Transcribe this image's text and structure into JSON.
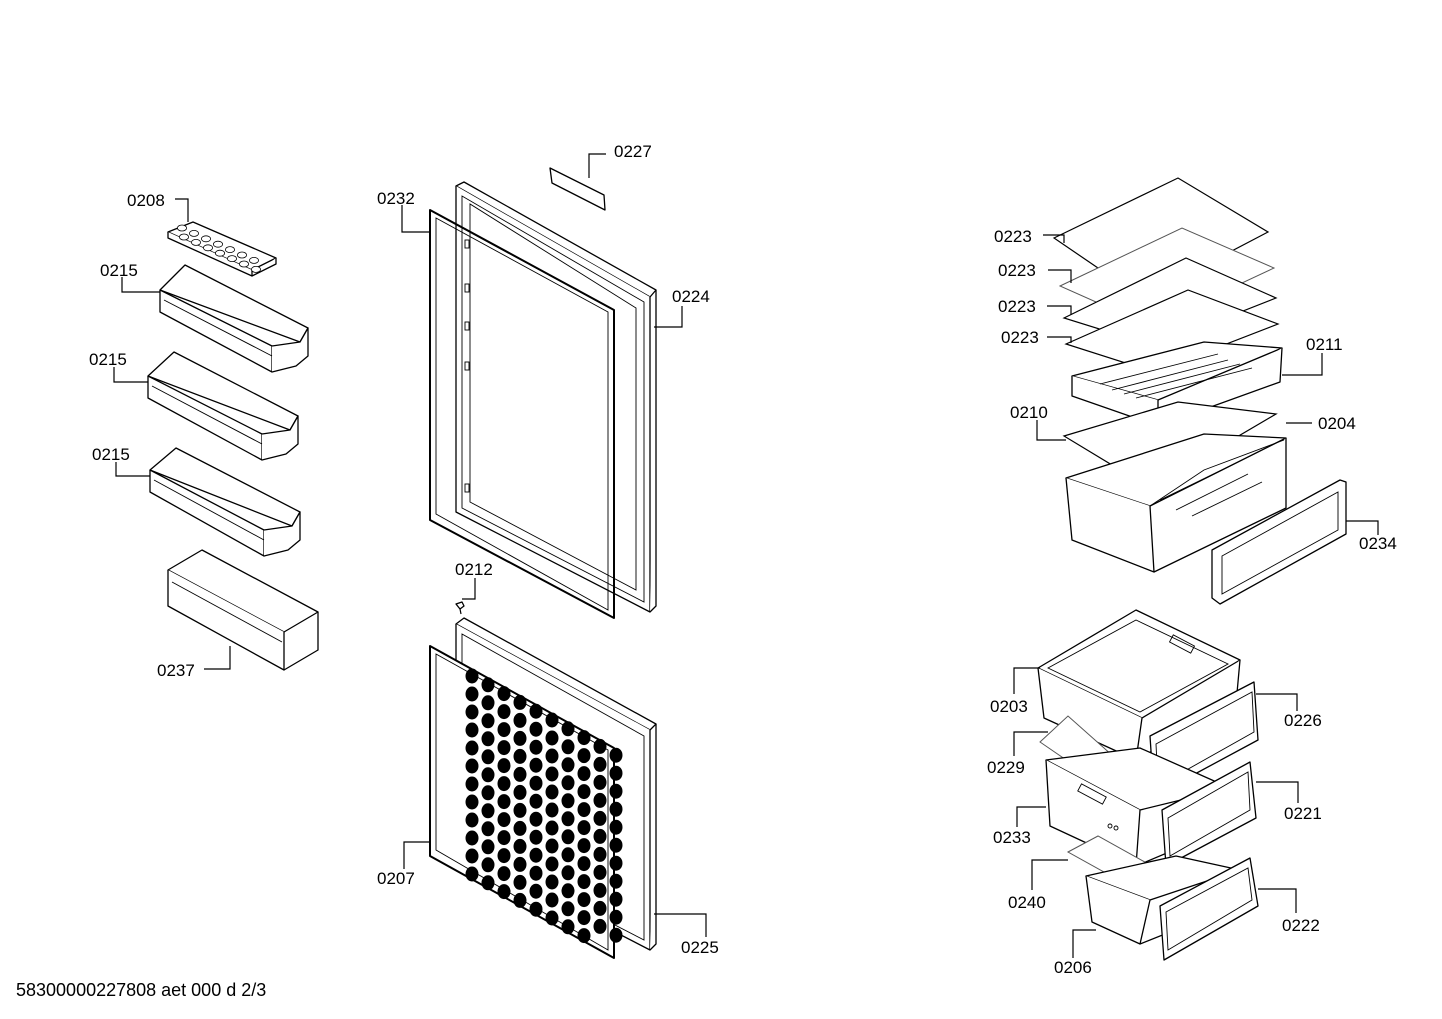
{
  "labels": [
    {
      "id": "l0227",
      "text": "0227"
    },
    {
      "id": "l0208",
      "text": "0208"
    },
    {
      "id": "l0232",
      "text": "0232"
    },
    {
      "id": "l0215a",
      "text": "0215"
    },
    {
      "id": "l0224",
      "text": "0224"
    },
    {
      "id": "l0215b",
      "text": "0215"
    },
    {
      "id": "l0215c",
      "text": "0215"
    },
    {
      "id": "l0212",
      "text": "0212"
    },
    {
      "id": "l0237",
      "text": "0237"
    },
    {
      "id": "l0207",
      "text": "0207"
    },
    {
      "id": "l0225",
      "text": "0225"
    },
    {
      "id": "l0223a",
      "text": "0223"
    },
    {
      "id": "l0223b",
      "text": "0223"
    },
    {
      "id": "l0223c",
      "text": "0223"
    },
    {
      "id": "l0223d",
      "text": "0223"
    },
    {
      "id": "l0211",
      "text": "0211"
    },
    {
      "id": "l0210",
      "text": "0210"
    },
    {
      "id": "l0204",
      "text": "0204"
    },
    {
      "id": "l0234",
      "text": "0234"
    },
    {
      "id": "l0203",
      "text": "0203"
    },
    {
      "id": "l0226",
      "text": "0226"
    },
    {
      "id": "l0229",
      "text": "0229"
    },
    {
      "id": "l0221",
      "text": "0221"
    },
    {
      "id": "l0233",
      "text": "0233"
    },
    {
      "id": "l0240",
      "text": "0240"
    },
    {
      "id": "l0222",
      "text": "0222"
    },
    {
      "id": "l0206",
      "text": "0206"
    }
  ],
  "footer": "58300000227808 aet 000 d 2/3"
}
